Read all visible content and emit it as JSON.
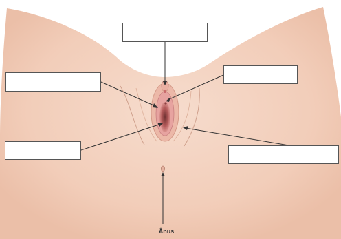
{
  "labels": {
    "anus": "Ânus"
  },
  "colors": {
    "skin": "#f2cfbd",
    "skin_shadow": "#e8b9a3",
    "outline": "#cfa08c",
    "inner_pink": "#e9a0a0",
    "inner_dark": "#7a3b3b",
    "pointer": "#333333"
  },
  "diagram": {
    "style": "anatomical illustration with blank callout boxes",
    "blank_label_boxes": 5
  }
}
